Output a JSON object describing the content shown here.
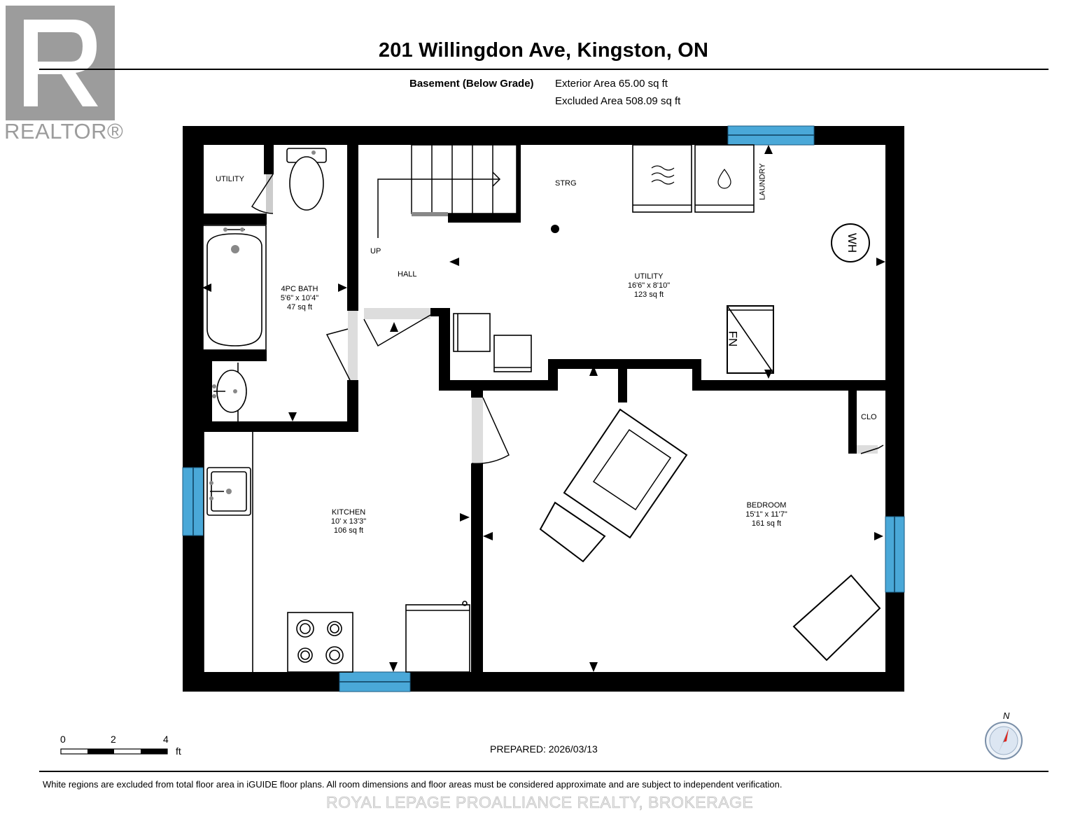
{
  "header": {
    "title": "201 Willingdon Ave, Kingston, ON",
    "level_name": "Basement (Below Grade)",
    "exterior_area": "Exterior Area 65.00 sq ft",
    "excluded_area": "Excluded Area 508.09 sq ft"
  },
  "logo": {
    "text": "REALTOR®",
    "icon": "realtor-r-logo"
  },
  "rooms": {
    "utility_small": {
      "name": "UTILITY"
    },
    "bath": {
      "name": "4PC BATH",
      "dims": "5'6\" x 10'4\"",
      "area": "47 sq ft"
    },
    "hall": {
      "name": "HALL"
    },
    "up": {
      "name": "UP"
    },
    "strg": {
      "name": "STRG"
    },
    "laundry": {
      "name": "LAUNDRY"
    },
    "utility": {
      "name": "UTILITY",
      "dims": "16'6\" x 8'10\"",
      "area": "123 sq ft"
    },
    "kitchen": {
      "name": "KITCHEN",
      "dims": "10' x 13'3\"",
      "area": "106 sq ft"
    },
    "bedroom": {
      "name": "BEDROOM",
      "dims": "15'1\" x 11'7\"",
      "area": "161 sq ft"
    },
    "clo": {
      "name": "CLO"
    }
  },
  "fixtures": {
    "water_heater": "WH",
    "furnace": "FN"
  },
  "scale_bar": {
    "ticks": [
      "0",
      "2",
      "4"
    ],
    "unit": "ft"
  },
  "compass": {
    "label": "N",
    "icon": "compass-icon"
  },
  "footer": {
    "prepared": "PREPARED: 2026/03/13",
    "disclaimer": "White regions are excluded from total floor area in iGUIDE floor plans. All room dimensions and floor areas must be considered approximate and are subject to independent verification.",
    "brokerage": "ROYAL LEPAGE PROALLIANCE REALTY, BROKERAGE"
  },
  "colors": {
    "wall": "#000000",
    "window": "#4aa8d8",
    "door_jamb": "#cccccc",
    "watermark": "#9c9c9c"
  }
}
